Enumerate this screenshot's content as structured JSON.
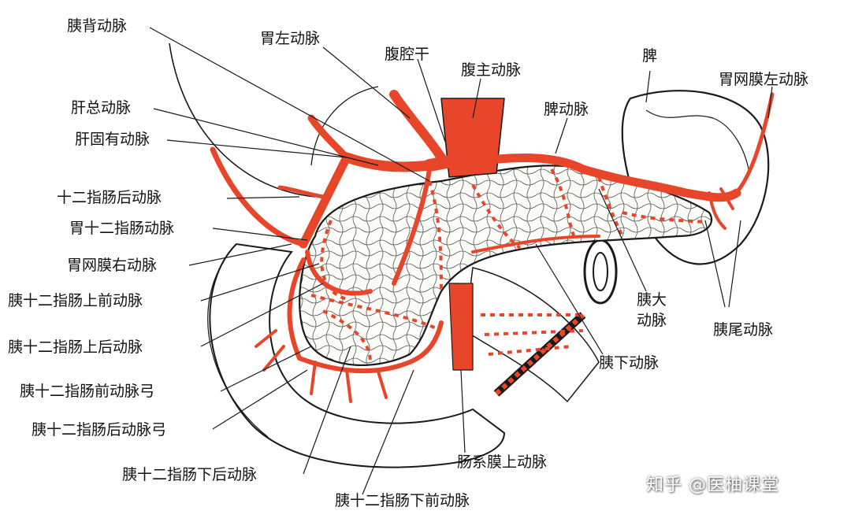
{
  "labels": {
    "pancreaticodorsal": "胰背动脉",
    "left_gastric": "胃左动脉",
    "celiac_trunk": "腹腔干",
    "aorta": "腹主动脉",
    "spleen": "脾",
    "left_gastroepiploic": "胃网膜左动脉",
    "common_hepatic": "肝总动脉",
    "proper_hepatic": "肝固有动脉",
    "splenic_artery": "脾动脉",
    "retroduodenal": "十二指肠后动脉",
    "gastroduodenal": "胃十二指肠动脉",
    "right_gastroepiploic": "胃网膜右动脉",
    "ant_sup_pd": "胰十二指肠上前动脉",
    "post_sup_pd": "胰十二指肠上后动脉",
    "ant_arcade": "胰十二指肠前动脉弓",
    "post_arcade": "胰十二指肠后动脉弓",
    "post_inf_pd": "胰十二指肠下后动脉",
    "ant_inf_pd": "胰十二指肠下前动脉",
    "sma": "肠系膜上动脉",
    "inf_pancreatic": "胰下动脉",
    "great_pancreatic_1": "胰大",
    "great_pancreatic_2": "动脉",
    "tail_arteries": "胰尾动脉"
  },
  "watermark": "知乎 @医柚课堂",
  "colors": {
    "artery": "#e8462a",
    "artery_dark": "#c0301a",
    "outline": "#1a1a1a",
    "pancreas_fill": "#fbfbf8"
  }
}
